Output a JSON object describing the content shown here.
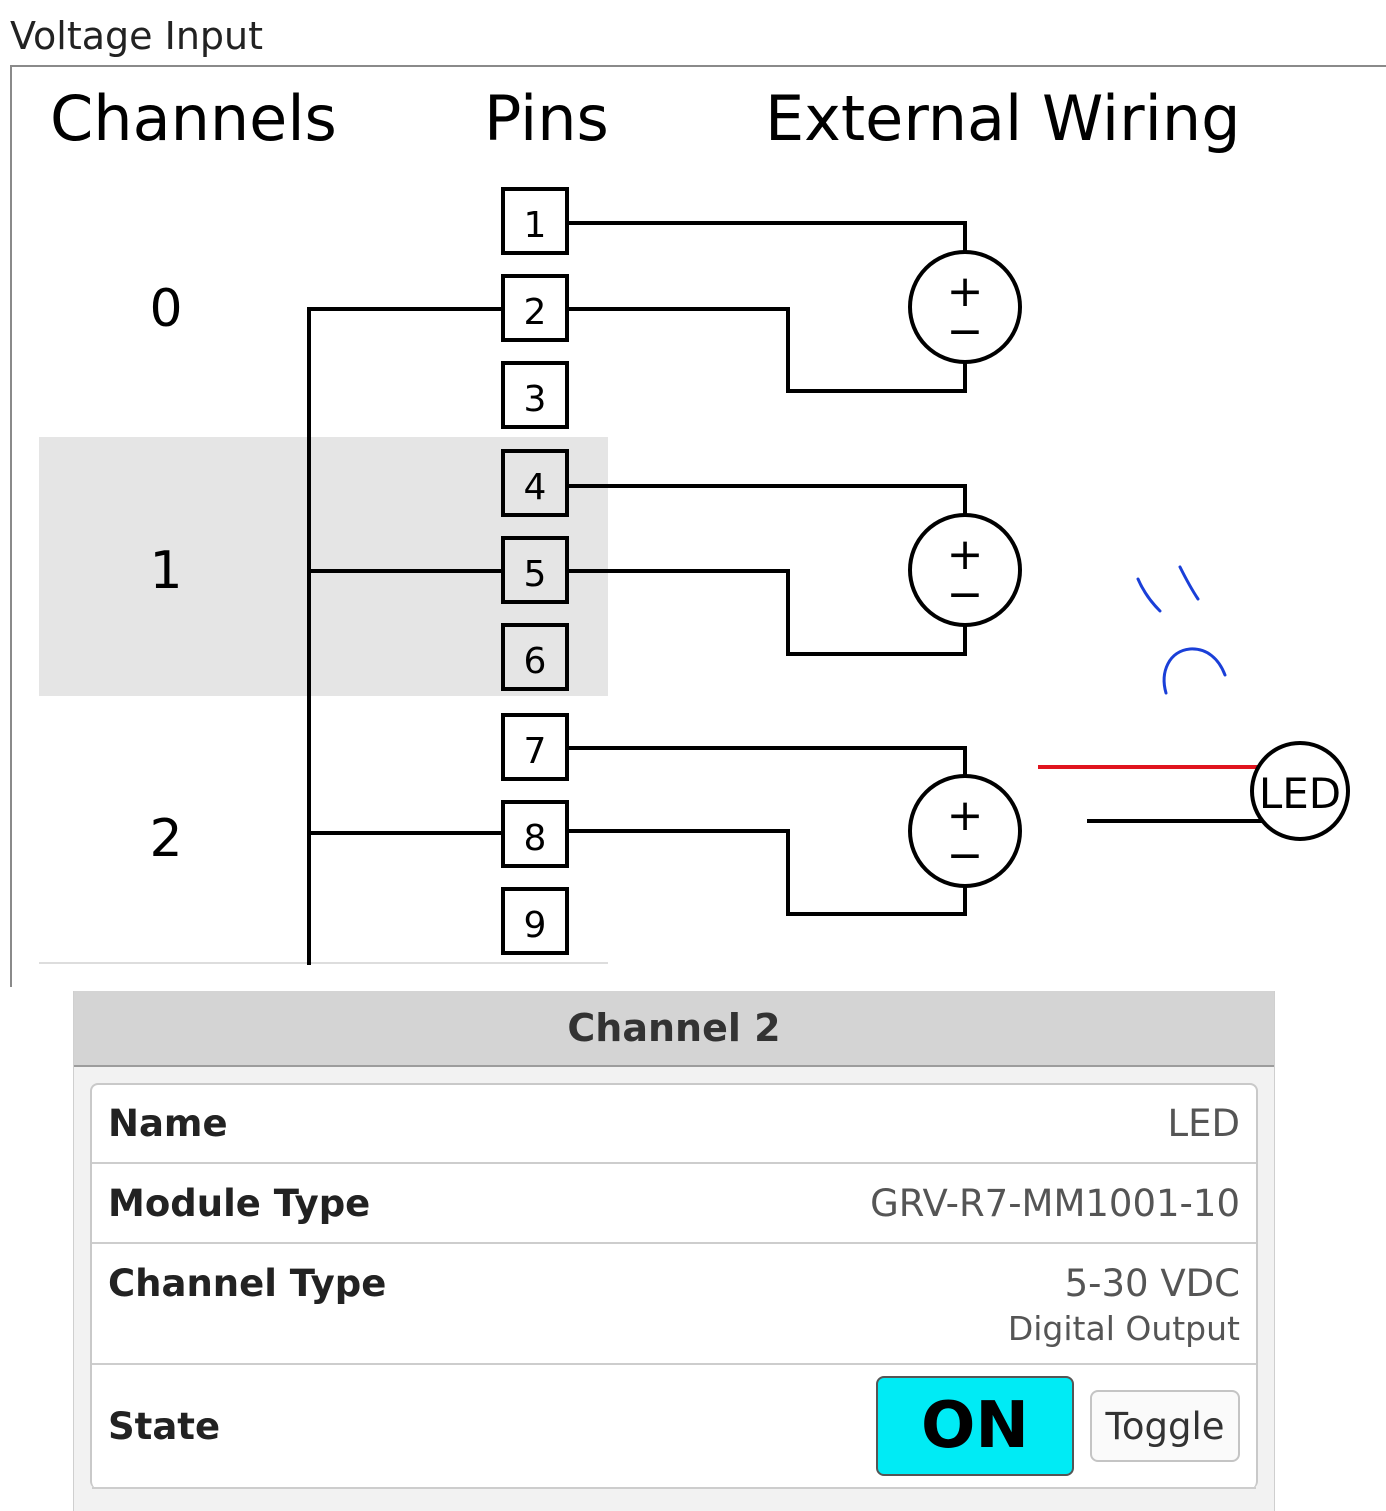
{
  "section": {
    "legend": "Voltage Input",
    "headers": {
      "channels": "Channels",
      "pins": "Pins",
      "external_wiring": "External Wiring"
    },
    "channels": [
      {
        "number": "0",
        "pins": [
          "1",
          "2",
          "3"
        ]
      },
      {
        "number": "1",
        "pins": [
          "4",
          "5",
          "6"
        ],
        "highlighted": true
      },
      {
        "number": "2",
        "pins": [
          "7",
          "8",
          "9"
        ]
      }
    ],
    "source_symbol": {
      "plus": "+",
      "minus": "−"
    },
    "led_label": "LED",
    "colors": {
      "highlight": "#e5e5e5",
      "led_positive_wire": "#e0141e",
      "annotation": "#1a3fd8"
    }
  },
  "panel": {
    "title": "Channel 2",
    "rows": {
      "name": {
        "label": "Name",
        "value": "LED"
      },
      "module_type": {
        "label": "Module Type",
        "value": "GRV-R7-MM1001-10"
      },
      "channel_type": {
        "label": "Channel Type",
        "value": "5-30 VDC",
        "subvalue": "Digital Output"
      },
      "state": {
        "label": "State",
        "value": "ON",
        "toggle_label": "Toggle"
      }
    },
    "colors": {
      "state_on": "#00ebf5"
    }
  }
}
